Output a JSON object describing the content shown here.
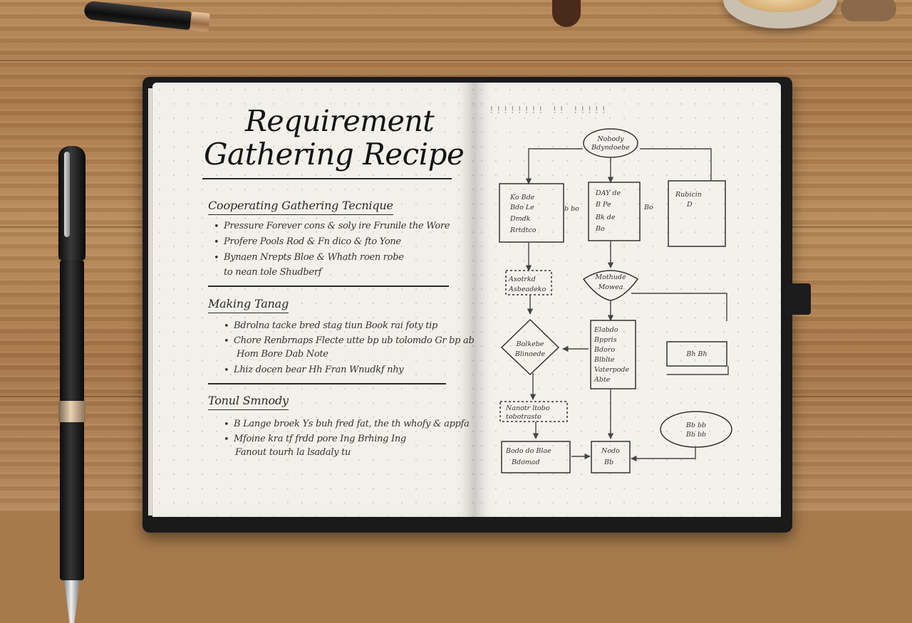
{
  "notebook": {
    "left_page": {
      "title_line1": "Requirement",
      "title_line2": "Gathering Recipe",
      "sections": [
        {
          "heading": "Cooperating Gathering Tecnique",
          "lines": [
            "Pressure Forever cons & soly ire Frunile the Wore",
            "Profere Pools Rod & Fn dico & fto Yone",
            "Bynaen Nrepts Bloe & Whath roen robe",
            "to nean tole Shudberf"
          ]
        },
        {
          "heading": "Making Tanag",
          "lines": [
            "Bdrolna tacke bred stag tiun Book rai foty tip",
            "Chore Renbrnaps Flecte utte bp ub tolomdo Gr bp ab",
            "Hom Bore Dab Note",
            "Lhiz docen bear Hh Fran Wnudkf nhy"
          ]
        },
        {
          "heading": "Tonul Smnody",
          "lines": [
            "B Lange broek Ys buh fred fat, the th whofy & appfa",
            "Mfoine kra tf frdd pore Ing Brhing Ing",
            "Fanout tourh la lsadaly tu"
          ]
        }
      ]
    },
    "right_page": {
      "page_mark": "!!!!!!!! !! !!!!!",
      "nodes": [
        {
          "id": "start",
          "lines": [
            "Nobody",
            "Bdyndoebe"
          ]
        },
        {
          "id": "box-left",
          "lines": [
            "Ko Bde",
            "Bdo Le",
            "Dmdk",
            "Rrtdtco"
          ]
        },
        {
          "id": "box-center",
          "lines": [
            "DAY de",
            "B Pe",
            "Bk de",
            "Bo"
          ]
        },
        {
          "id": "box-right",
          "lines": [
            "Rubicin",
            "D"
          ]
        },
        {
          "id": "note-left",
          "lines": [
            "Asotrkd",
            "Asbeadeko"
          ]
        },
        {
          "id": "decision-center",
          "lines": [
            "Mothude",
            "Mowea"
          ]
        },
        {
          "id": "decision-left",
          "lines": [
            "Bolkebe",
            "Blinoede"
          ]
        },
        {
          "id": "box-list",
          "lines": [
            "Elabdo",
            "Bppris",
            "Bdoro",
            "Blblte",
            "Vaterpode",
            "Abte"
          ]
        },
        {
          "id": "box-side",
          "lines": [
            "Bh Bh"
          ]
        },
        {
          "id": "note-bottom",
          "lines": [
            "Nanotr ltobo",
            "tobotrasto"
          ]
        },
        {
          "id": "ellipse-bottom",
          "lines": [
            "Bb bb",
            "Bb bb"
          ]
        },
        {
          "id": "box-bottom-left",
          "lines": [
            "Bodo do Blae",
            "Bdomad"
          ]
        },
        {
          "id": "box-bottom-mid",
          "lines": [
            "Nodo",
            "Bb"
          ]
        },
        {
          "id": "side-label-1",
          "lines": [
            "b bo"
          ]
        },
        {
          "id": "side-label-2",
          "lines": [
            "Bo"
          ]
        }
      ]
    }
  },
  "colors": {
    "desk": "#a9784a",
    "paper": "#f3f1ec",
    "ink": "#222222",
    "cover": "#1a1a1a"
  },
  "objects": [
    "fountain-pen-left",
    "fountain-pen-top",
    "coffee-cup",
    "notebook"
  ]
}
